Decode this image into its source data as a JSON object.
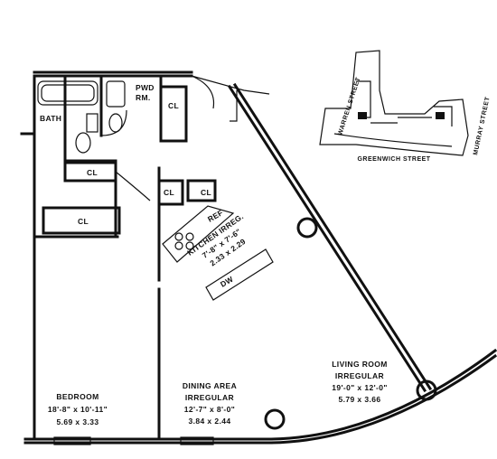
{
  "rooms": {
    "bedroom": {
      "name": "BEDROOM",
      "dim_ft": "18'-8\" x 10'-11\"",
      "dim_m": "5.69 x 3.33"
    },
    "dining": {
      "name": "DINING AREA",
      "shape": "IRREGULAR",
      "dim_ft": "12'-7\" x 8'-0\"",
      "dim_m": "3.84 x 2.44"
    },
    "living": {
      "name": "LIVING ROOM",
      "shape": "IRREGULAR",
      "dim_ft": "19'-0\" x 12'-0\"",
      "dim_m": "5.79 x 3.66"
    },
    "kitchen": {
      "name": "KITCHEN IRREG.",
      "dim_ft": "7'-8\" x 7'-6\"",
      "dim_m": "2.33 x 2.29"
    },
    "bath": {
      "name": "BATH"
    },
    "powder": {
      "name": "PWD",
      "name2": "RM."
    }
  },
  "labels": {
    "closet": "CL",
    "refrigerator": "REF",
    "dishwasher": "DW"
  },
  "key_plan": {
    "streets": {
      "warren": "WARREN STREET",
      "greenwich": "GREENWICH STREET",
      "murray": "MURRAY STREET"
    }
  }
}
